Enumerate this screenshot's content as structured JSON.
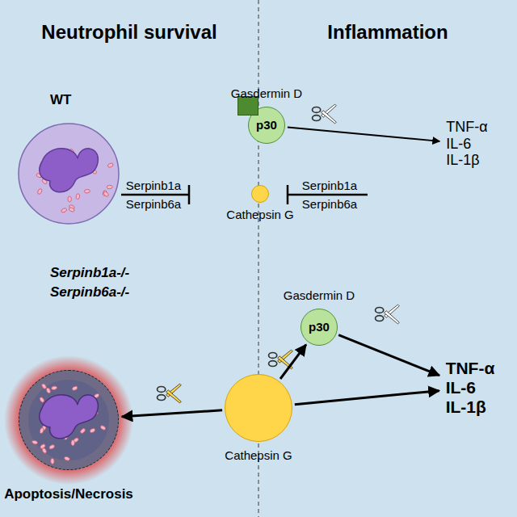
{
  "diagram": {
    "nodes": [
      {
        "text": [
          "Gasdermin D",
          "p30"
        ]
      },
      {
        "text": [
          "TNF-α",
          "IL-6",
          "IL-1β"
        ]
      },
      {
        "text": [
          "Cathepsin G"
        ]
      },
      {
        "text": [
          "Gasdermin D",
          "p30"
        ]
      },
      {
        "text": [
          "Cathepsin G"
        ]
      },
      {
        "text": [
          "Apoptosis/Necrosis"
        ]
      },
      {
        "text": [
          "TNF-α",
          "IL-6",
          "IL-1β"
        ]
      }
    ],
    "edges": [
      {
        "from": 0,
        "to": 1,
        "arrow": "to"
      },
      {
        "from": 4,
        "to": 5,
        "arrow": "to"
      },
      {
        "from": 4,
        "to": 3,
        "arrow": "to"
      },
      {
        "from": 4,
        "to": 6,
        "arrow": "to"
      },
      {
        "from": 3,
        "to": 6,
        "arrow": "to"
      }
    ],
    "labels": [
      "Neutrophil survival",
      "Inflammation",
      "WT",
      "Serpinb1a",
      "Serpinb6a",
      "Serpinb1a",
      "Serpinb6a",
      "Serpinb1a-/-",
      "Serpinb6a-/-"
    ]
  }
}
